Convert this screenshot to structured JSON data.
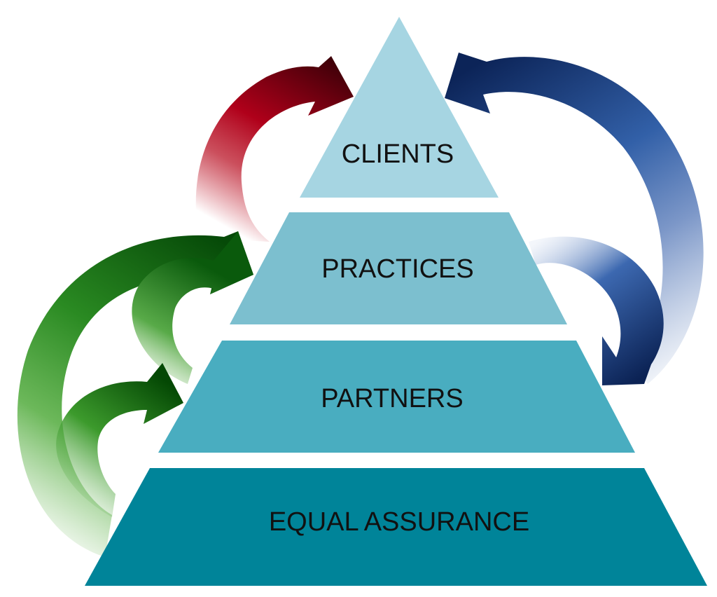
{
  "diagram": {
    "type": "pyramid",
    "tiers": [
      {
        "label": "CLIENTS",
        "color": "#a6d5e2"
      },
      {
        "label": "PRACTICES",
        "color": "#7cbfcf"
      },
      {
        "label": "PARTNERS",
        "color": "#49adc0"
      },
      {
        "label": "EQUAL ASSURANCE",
        "color": "#008499"
      }
    ],
    "arrows": [
      {
        "color": "red",
        "hex": "#9a0614",
        "from": "PRACTICES",
        "to": "CLIENTS"
      },
      {
        "color": "blue",
        "hex": "#123a7a",
        "from": "PARTNERS",
        "to": "CLIENTS"
      },
      {
        "color": "blue",
        "hex": "#123a7a",
        "from": "PRACTICES",
        "to": "PARTNERS"
      },
      {
        "color": "green",
        "hex": "#1f7a1b",
        "from": "EQUAL ASSURANCE",
        "to": "PRACTICES"
      },
      {
        "color": "green",
        "hex": "#1f7a1b",
        "from": "PARTNERS",
        "to": "PRACTICES"
      },
      {
        "color": "green",
        "hex": "#1f7a1b",
        "from": "EQUAL ASSURANCE",
        "to": "PARTNERS"
      }
    ]
  }
}
